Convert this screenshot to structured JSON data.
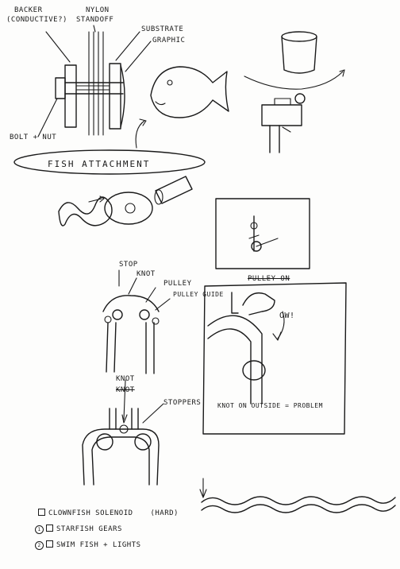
{
  "labels": {
    "backer": "BACKER",
    "backer_sub": "(CONDUCTIVE?)",
    "nylon": "NYLON",
    "standoff": "STANDOFF",
    "substrate": "SUBSTRATE",
    "graphic": "GRAPHIC",
    "bolt_nut": "BOLT + NUT",
    "fish_attachment": "FISH ATTACHMENT",
    "stop": "STOP",
    "knot_top": "KNOT",
    "pulley": "PULLEY",
    "pulley_guide": "PULLEY GUIDE",
    "knot_mid": "KNOT",
    "knot_struck": "KNOT",
    "stoppers": "STOPPERS",
    "pulley_on": "PULLEY ON",
    "ow": "OW!",
    "knot_on_outside": "KNOT ON OUTSIDE = PROBLEM"
  },
  "todo": {
    "items": [
      {
        "marker": "",
        "text": "CLOWNFISH SOLENOID",
        "note": "(HARD)"
      },
      {
        "marker": "1",
        "text": "STARFISH GEARS",
        "note": ""
      },
      {
        "marker": "2",
        "text": "SWIM FISH + LIGHTS",
        "note": ""
      }
    ]
  }
}
